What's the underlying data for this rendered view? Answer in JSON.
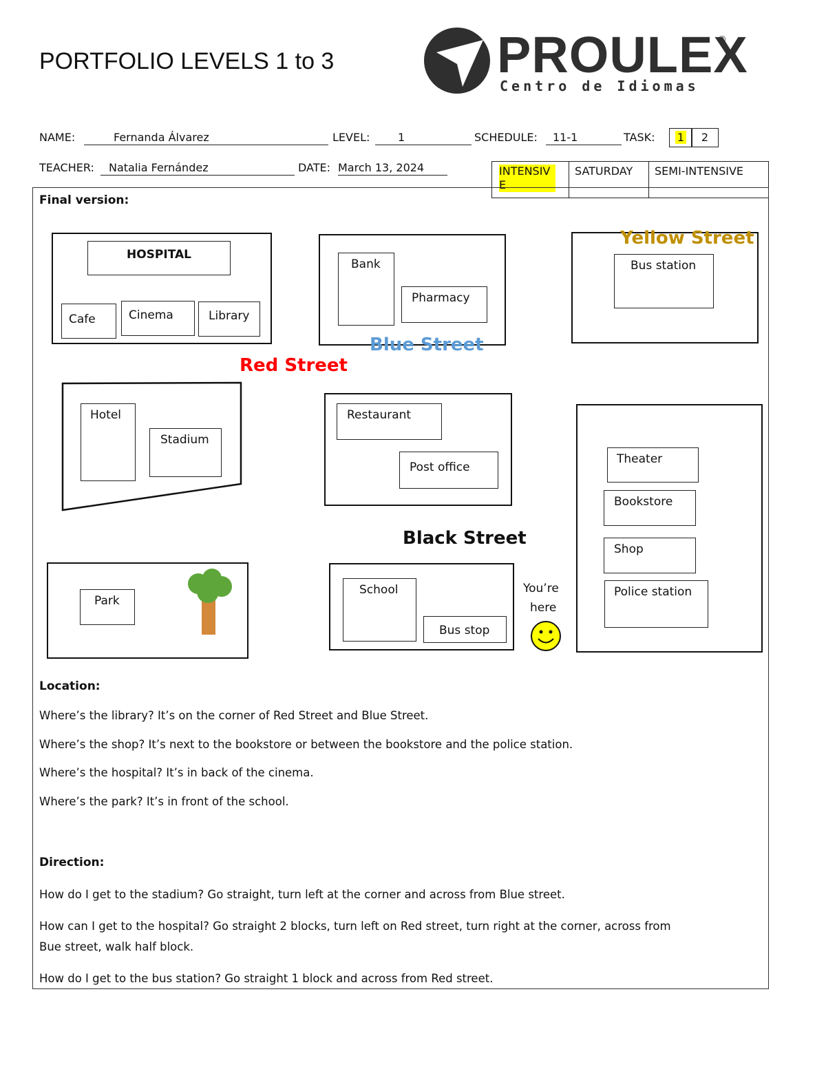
{
  "header": {
    "title": "PORTFOLIO LEVELS 1 to 3",
    "brand": "PROULEX",
    "brand_sub": "Centro de Idiomas",
    "registered": "®"
  },
  "form": {
    "name_label": "NAME:",
    "name_value": "Fernanda Álvarez",
    "level_label": "LEVEL:",
    "level_value": "1",
    "schedule_label": "SCHEDULE:",
    "schedule_value": "11-1",
    "task_label": "TASK:",
    "task_options": [
      "1",
      "2"
    ],
    "teacher_label": "TEACHER:",
    "teacher_value": "Natalia Fernández",
    "date_label": "DATE:",
    "date_value": "March 13, 2024",
    "schedule_types": [
      "INTENSIVE",
      "SATURDAY",
      "SEMI-INTENSIVE"
    ]
  },
  "final_version_label": "Final version:",
  "map": {
    "places": {
      "hospital": "HOSPITAL",
      "cafe": "Cafe",
      "cinema": "Cinema",
      "library": "Library",
      "bank": "Bank",
      "pharmacy": "Pharmacy",
      "bus_station": "Bus station",
      "hotel": "Hotel",
      "stadium": "Stadium",
      "restaurant": "Restaurant",
      "post_office": "Post office",
      "theater": "Theater",
      "bookstore": "Bookstore",
      "shop": "Shop",
      "police_station": "Police station",
      "park": "Park",
      "school": "School",
      "bus_stop": "Bus stop"
    },
    "streets": {
      "yellow": "Yellow Street",
      "blue": "Blue Street",
      "red": "Red Street",
      "black": "Black Street"
    },
    "you_are_here_1": "You’re",
    "you_are_here_2": "here",
    "colors": {
      "yellow_street": "#bf8f00",
      "blue_street": "#5b9bd5",
      "red_street": "#ff0000",
      "black_street": "#111111",
      "tree_top": "#5ea63a",
      "tree_trunk": "#d4883a",
      "smiley": "#ffff00"
    }
  },
  "location": {
    "heading": "Location:",
    "lines": [
      "Where’s the library? It’s on the corner of Red Street and Blue Street.",
      "Where’s the shop? It’s next to the bookstore or between the bookstore and the police station.",
      "Where’s the hospital? It’s in back of the cinema.",
      "Where’s the park? It’s in front of the school."
    ]
  },
  "direction": {
    "heading": "Direction:",
    "lines": [
      "How do I get to the stadium? Go straight, turn left at the corner and across from Blue street.",
      "How can I get to the hospital? Go straight 2 blocks, turn left on Red street, turn right at the corner, across from",
      "Bue street, walk half block.",
      "How do I get to the bus station? Go straight 1 block and across from Red street."
    ]
  }
}
